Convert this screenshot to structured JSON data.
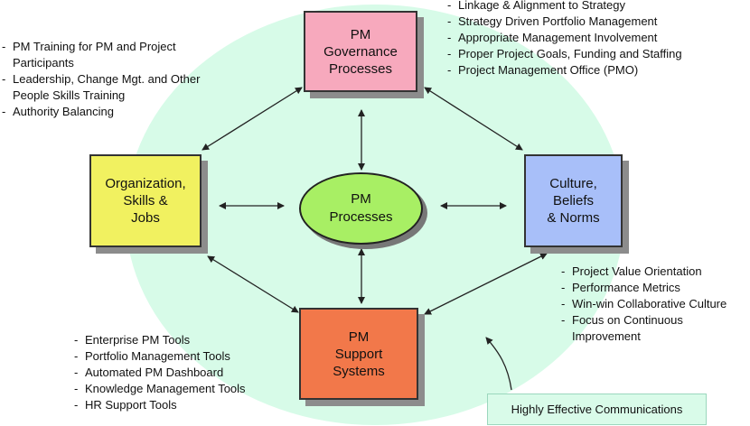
{
  "colors": {
    "oval_bg": "#d7fbe8",
    "governance": "#f7a9bd",
    "organization": "#f1f160",
    "culture": "#a8bff9",
    "support": "#f2784a",
    "processes": "#a8ef64",
    "arrow": "#222222"
  },
  "nodes": {
    "governance": "PM\nGovernance\nProcesses",
    "organization": "Organization,\nSkills &\nJobs",
    "culture": "Culture,\nBeliefs\n& Norms",
    "support": "PM\nSupport\nSystems",
    "processes": "PM\nProcesses"
  },
  "notes": {
    "governance": [
      "Linkage & Alignment to Strategy",
      "Strategy Driven Portfolio Management",
      "Appropriate Management Involvement",
      "Proper Project Goals, Funding and Staffing",
      "Project Management Office (PMO)"
    ],
    "organization": [
      "PM Training for PM and Project Participants",
      "Leadership, Change Mgt. and Other People Skills Training",
      "Authority Balancing"
    ],
    "culture": [
      "Project Value Orientation",
      "Performance Metrics",
      "Win-win Collaborative Culture",
      "Focus on Continuous Improvement"
    ],
    "support": [
      "Enterprise PM Tools",
      "Portfolio Management Tools",
      "Automated PM Dashboard",
      "Knowledge Management Tools",
      "HR Support Tools"
    ]
  },
  "communications_label": "Highly Effective Communications"
}
